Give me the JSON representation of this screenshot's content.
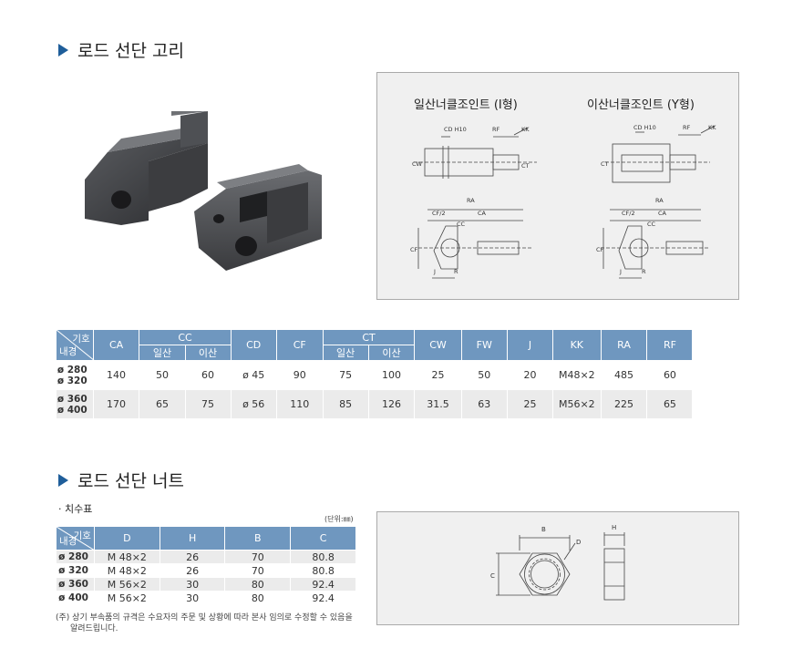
{
  "section1": {
    "title": "로드 선단 고리"
  },
  "section2": {
    "title": "로드 선단 너트",
    "subtitle": "치수표",
    "unit": "(단위:㎜)"
  },
  "drawing1": {
    "i_type_title": "일산너클조인트 (I형)",
    "y_type_title": "이산너클조인트 (Y형)",
    "dims": {
      "cd": "CD H10",
      "rf": "RF",
      "kk": "KK",
      "cw": "CW",
      "ct": "CT",
      "ra": "RA",
      "cf2": "CF/2",
      "ca": "CA",
      "cc": "CC",
      "cf": "CF",
      "j": "J",
      "r": "R"
    }
  },
  "drawing2": {
    "b": "B",
    "h": "H",
    "d": "D",
    "c": "C"
  },
  "table1": {
    "corner_top": "기호",
    "corner_bottom": "내경",
    "headers": {
      "ca": "CA",
      "cc": "CC",
      "cc_one": "일산",
      "cc_two": "이산",
      "cd": "CD",
      "cf": "CF",
      "ct": "CT",
      "ct_one": "일산",
      "ct_two": "이산",
      "cw": "CW",
      "fw": "FW",
      "j": "J",
      "kk": "KK",
      "ra": "RA",
      "rf": "RF"
    },
    "rows": [
      {
        "bore_a": "ø 280",
        "bore_b": "ø 320",
        "ca": "140",
        "cc_one": "50",
        "cc_two": "60",
        "cd": "ø 45",
        "cf": "90",
        "ct_one": "75",
        "ct_two": "100",
        "cw": "25",
        "fw": "50",
        "j": "20",
        "kk": "M48×2",
        "ra": "485",
        "rf": "60"
      },
      {
        "bore_a": "ø 360",
        "bore_b": "ø 400",
        "ca": "170",
        "cc_one": "65",
        "cc_two": "75",
        "cd": "ø 56",
        "cf": "110",
        "ct_one": "85",
        "ct_two": "126",
        "cw": "31.5",
        "fw": "63",
        "j": "25",
        "kk": "M56×2",
        "ra": "225",
        "rf": "65"
      }
    ]
  },
  "table2": {
    "corner_top": "기호",
    "corner_bottom": "내경",
    "headers": {
      "d": "D",
      "h": "H",
      "b": "B",
      "c": "C"
    },
    "rows": [
      {
        "bore": "ø 280",
        "d": "M  48×2",
        "h": "26",
        "b": "70",
        "c": "80.8"
      },
      {
        "bore": "ø 320",
        "d": "M  48×2",
        "h": "26",
        "b": "70",
        "c": "80.8"
      },
      {
        "bore": "ø 360",
        "d": "M  56×2",
        "h": "30",
        "b": "80",
        "c": "92.4"
      },
      {
        "bore": "ø 400",
        "d": "M  56×2",
        "h": "30",
        "b": "80",
        "c": "92.4"
      }
    ]
  },
  "note": {
    "line1": "(주) 상기 부속품의 규격은 수요자의 주문 및 상황에 따라 본사 임의로 수정할 수 있음을",
    "line2": "알려드립니다."
  },
  "colors": {
    "header_bg": "#6f97bf",
    "accent_triangle": "#1f5e9a",
    "row_alt": "#ebebeb"
  }
}
